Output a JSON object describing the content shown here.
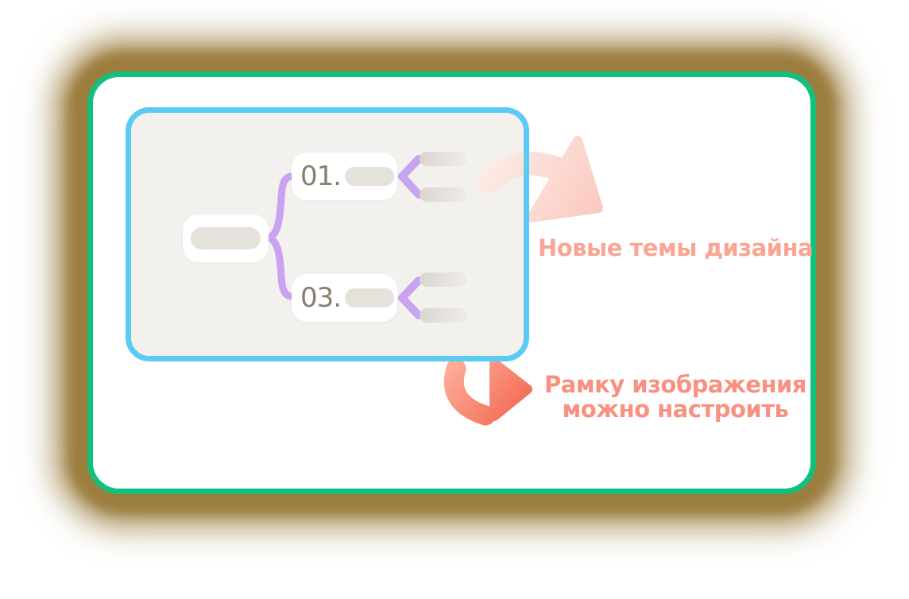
{
  "illustration": {
    "colors": {
      "frame_glow": "#9a7c3c",
      "card_border_green": "#12c07e",
      "panel_border_blue": "#5bcbf6",
      "panel_background": "#f3f1ee",
      "connector_purple": "#c9a2f0",
      "pill_gray": "#e5e2dc",
      "number_text": "#87806f",
      "annotation_text_light": "#faa493",
      "annotation_text_deep": "#f89181",
      "arrow_pink_light": "#fdeeea",
      "arrow_pink_dark": "#fbc8bd",
      "arrow_coral_light": "#fdb09c",
      "arrow_coral_dark": "#f2604a"
    },
    "mindmap": {
      "branches": [
        {
          "number": "01."
        },
        {
          "number": "03."
        }
      ]
    },
    "annotations": [
      {
        "text": "Новые темы дизайна"
      },
      {
        "line1": "Рамку изображения",
        "line2": "можно настроить"
      }
    ]
  }
}
